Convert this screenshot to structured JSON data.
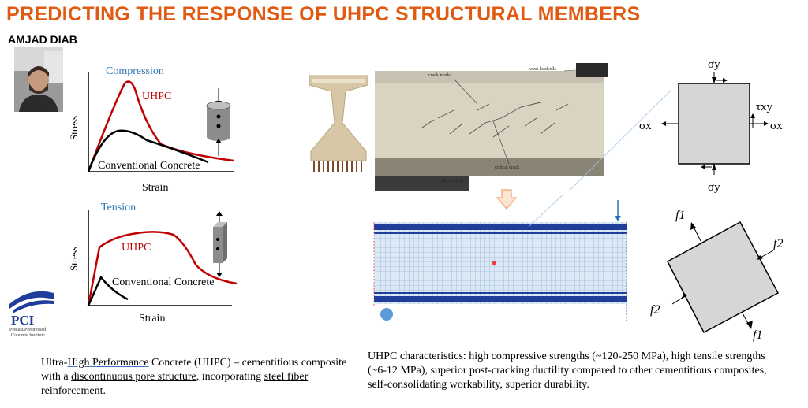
{
  "header": {
    "title": "PREDICTING THE RESPONSE OF UHPC STRUCTURAL MEMBERS",
    "author": "AMJAD DIAB"
  },
  "colors": {
    "title": "#E05A12",
    "uhpc_curve": "#C00000",
    "axis_title_blue": "#2E75B6",
    "mesh_blue": "#1F3D99",
    "arrow_blue": "#2E75B6"
  },
  "compression_chart": {
    "title": "Compression",
    "ylabel": "Stress",
    "xlabel": "Strain",
    "uhpc_label": "UHPC",
    "conventional_label": "Conventional Concrete"
  },
  "tension_chart": {
    "title": "Tension",
    "ylabel": "Stress",
    "xlabel": "Strain",
    "uhpc_label": "UHPC",
    "conventional_label": "Conventional Concrete"
  },
  "logo": {
    "abbr": "PCI",
    "line1": "Precast/Prestressed",
    "line2": "Concrete Institute"
  },
  "beam_photo": {
    "label_crack_marks": "crack marks",
    "label_west_loadcells": "west loadcells",
    "label_critical_crack": "critical crack",
    "label_roller_support": "roller support"
  },
  "stress_element": {
    "sigma_y_top": "σy",
    "sigma_y_bottom": "σy",
    "sigma_x_left": "σx",
    "sigma_x_right": "σx",
    "tau_xy": "τxy"
  },
  "principal_element": {
    "f1_top": "f1",
    "f2_right": "f2",
    "f2_left": "f2",
    "f1_bottom": "f1"
  },
  "description_left": {
    "p1": "Ultra-",
    "p2": "High Performance",
    "p3": " Concrete (UHPC) – cementitious composite with a ",
    "p4": "discontinuous pore structure,",
    "p5": " incorporating ",
    "p6": "steel fiber reinforcement."
  },
  "description_right": "UHPC characteristics: high compressive strengths (~120-250 MPa), high tensile strengths (~6-12 MPa), superior post-cracking ductility compared to other cementitious composites, self-consolidating workability, superior durability."
}
